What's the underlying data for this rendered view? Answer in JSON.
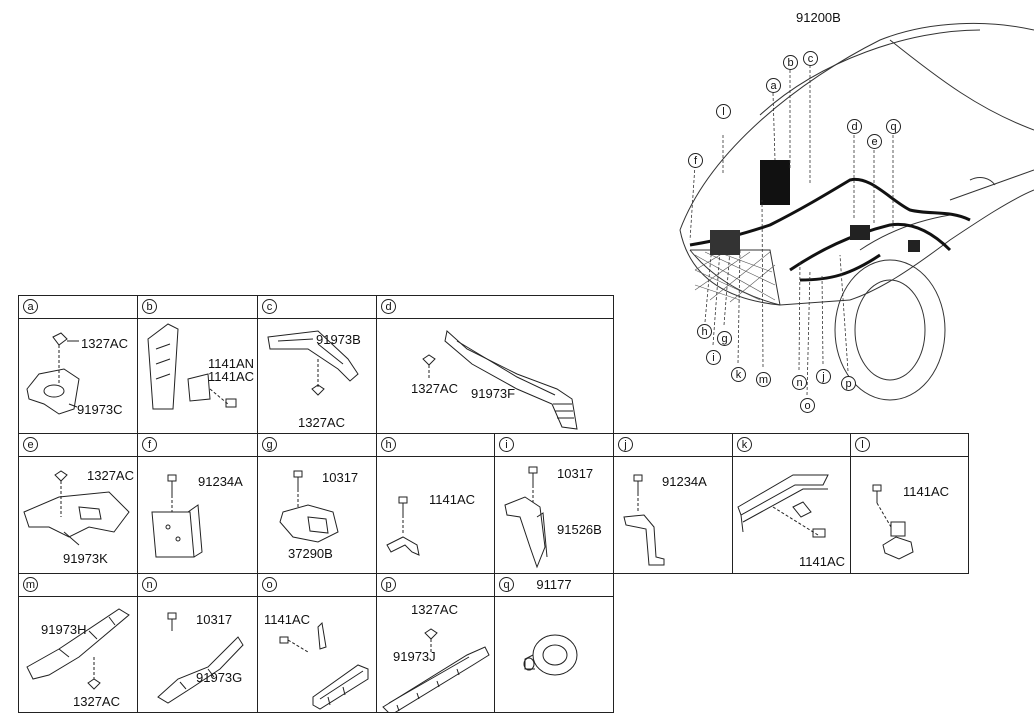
{
  "overview": {
    "part_number": "91200B",
    "callouts": [
      "a",
      "b",
      "c",
      "d",
      "e",
      "f",
      "g",
      "h",
      "i",
      "j",
      "k",
      "l",
      "m",
      "n",
      "o",
      "p",
      "q"
    ]
  },
  "cells": [
    {
      "letter": "a",
      "labels": [
        "1327AC",
        "91973C"
      ]
    },
    {
      "letter": "b",
      "labels": [
        "1141AN",
        "1141AC"
      ]
    },
    {
      "letter": "c",
      "labels": [
        "91973B",
        "1327AC"
      ]
    },
    {
      "letter": "d",
      "labels": [
        "1327AC",
        "91973F"
      ]
    },
    {
      "letter": "e",
      "labels": [
        "1327AC",
        "91973K"
      ]
    },
    {
      "letter": "f",
      "labels": [
        "91234A"
      ]
    },
    {
      "letter": "g",
      "labels": [
        "10317",
        "37290B"
      ]
    },
    {
      "letter": "h",
      "labels": [
        "1141AC"
      ]
    },
    {
      "letter": "i",
      "labels": [
        "10317",
        "91526B"
      ]
    },
    {
      "letter": "j",
      "labels": [
        "91234A"
      ]
    },
    {
      "letter": "k",
      "labels": [
        "1141AC"
      ]
    },
    {
      "letter": "l",
      "labels": [
        "1141AC"
      ]
    },
    {
      "letter": "m",
      "labels": [
        "91973H",
        "1327AC"
      ]
    },
    {
      "letter": "n",
      "labels": [
        "10317",
        "91973G"
      ]
    },
    {
      "letter": "o",
      "labels": [
        "1141AC"
      ]
    },
    {
      "letter": "p",
      "labels": [
        "1327AC",
        "91973J"
      ]
    },
    {
      "letter": "q",
      "title": "91177",
      "labels": []
    }
  ]
}
